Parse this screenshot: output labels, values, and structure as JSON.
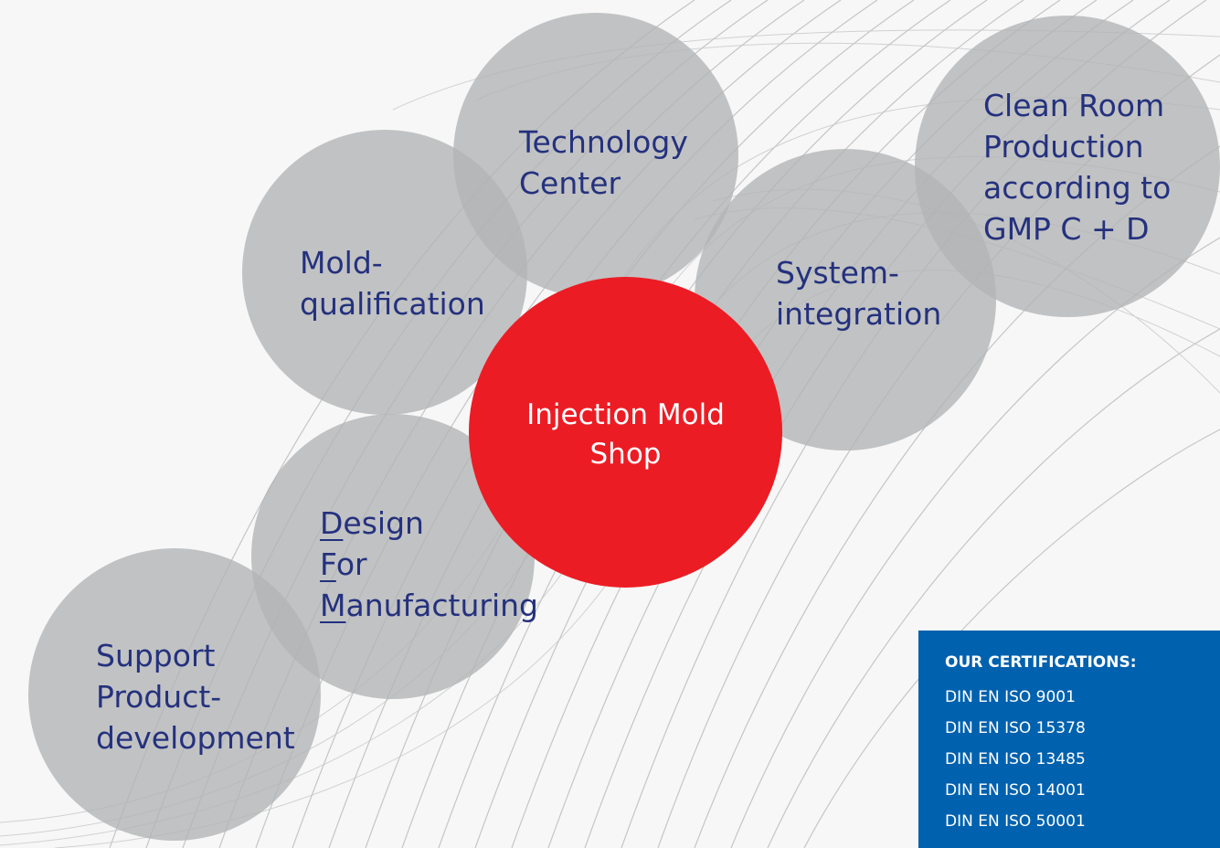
{
  "center": {
    "line1": "Injection Mold",
    "line2": "Shop",
    "color": "#ec1c24"
  },
  "bubbles": {
    "technology_center": {
      "line1": "Technology",
      "line2": "Center"
    },
    "mold_qualification": {
      "line1": "Mold-",
      "line2": "qualification"
    },
    "system_integration": {
      "line1": "System-",
      "line2": "integration"
    },
    "clean_room": {
      "line1": "Clean Room",
      "line2": "Production",
      "line3": "according to",
      "line4": "GMP C + D"
    },
    "dfm": {
      "line1_initial": "D",
      "line1_rest": "esign",
      "line2_initial": "F",
      "line2_rest": "or",
      "line3_initial": "M",
      "line3_rest": "anufacturing"
    },
    "support": {
      "line1": "Support",
      "line2": "Product-",
      "line3": "development"
    }
  },
  "certifications": {
    "title": "OUR CERTIFICATIONS:",
    "items": [
      "DIN EN ISO 9001",
      "DIN EN ISO 15378",
      "DIN EN ISO 13485",
      "DIN EN ISO 14001",
      "DIN EN ISO 50001"
    ]
  },
  "colors": {
    "text": "#24317e",
    "bubble": "#b2b4b5",
    "cert_box": "#0061ae",
    "background": "#f7f7f7"
  }
}
